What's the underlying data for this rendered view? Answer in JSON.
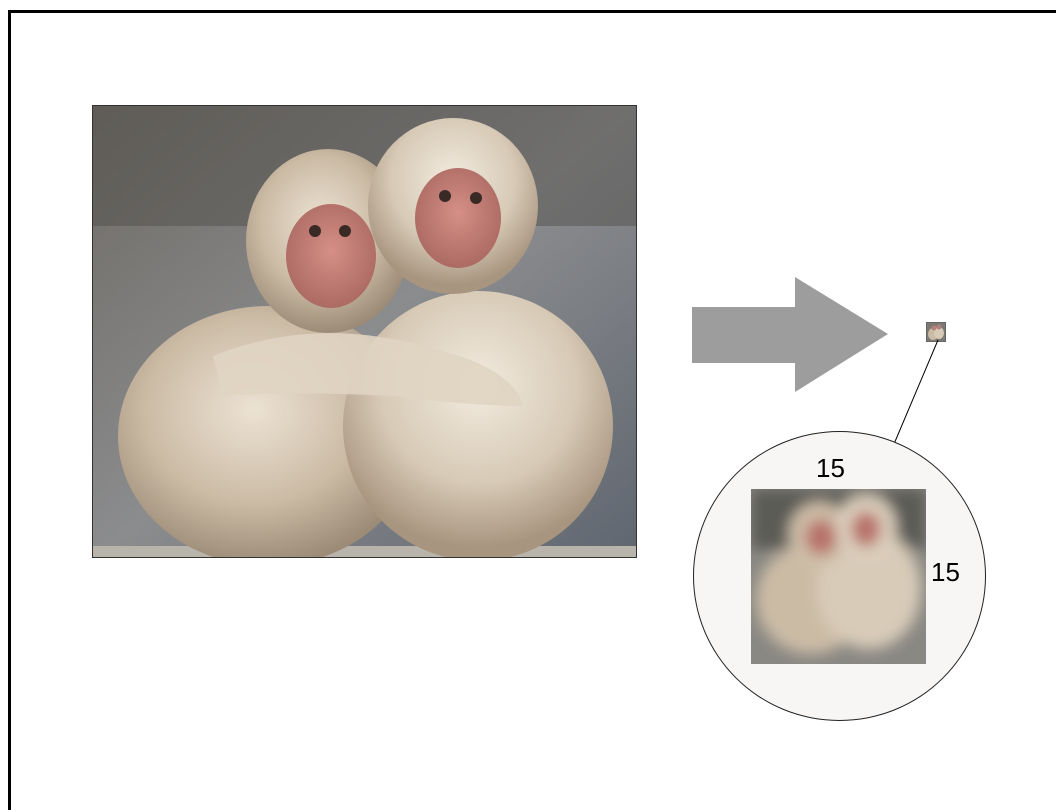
{
  "diagram": {
    "width_label": "15",
    "height_label": "15",
    "arrow_color": "#9d9d9d"
  },
  "icons": {
    "arrow": "right-arrow-icon",
    "photo": "monkeys-photo"
  }
}
